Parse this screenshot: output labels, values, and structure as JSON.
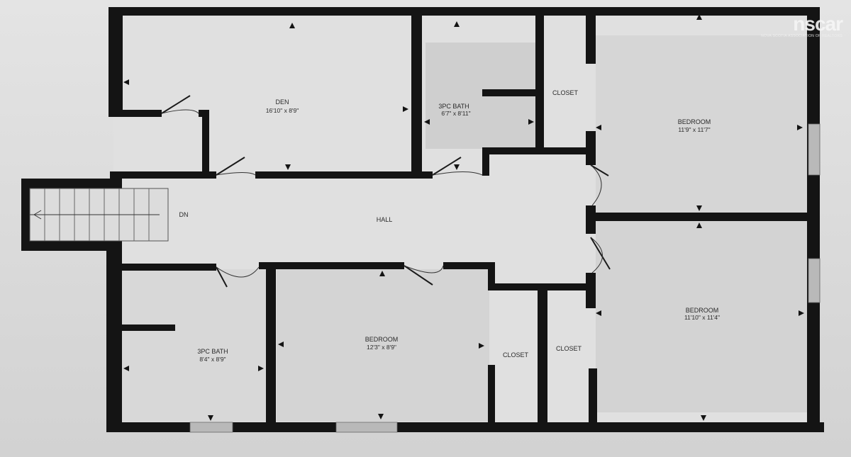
{
  "rooms": {
    "den": {
      "name": "DEN",
      "dims": "16'10\" x 8'9\""
    },
    "bath_top": {
      "name": "3PC BATH",
      "dims": "6'7\" x 8'11\""
    },
    "closet_top": {
      "name": "CLOSET"
    },
    "bedroom_top_right": {
      "name": "BEDROOM",
      "dims": "11'9\" x 11'7\""
    },
    "hall": {
      "name": "HALL"
    },
    "stairs": {
      "name": "DN"
    },
    "bath_bottom": {
      "name": "3PC BATH",
      "dims": "8'4\" x 8'9\""
    },
    "bedroom_bottom_mid": {
      "name": "BEDROOM",
      "dims": "12'3\" x 8'9\""
    },
    "closet_bottom_1": {
      "name": "CLOSET"
    },
    "closet_bottom_2": {
      "name": "CLOSET"
    },
    "bedroom_bottom_right": {
      "name": "BEDROOM",
      "dims": "11'10\" x 11'4\""
    }
  },
  "logo": {
    "word": "nscar",
    "subtitle": "Nova Scotia Association of Realtors"
  },
  "colors": {
    "wall": "#141414",
    "paper": "#dedede"
  }
}
